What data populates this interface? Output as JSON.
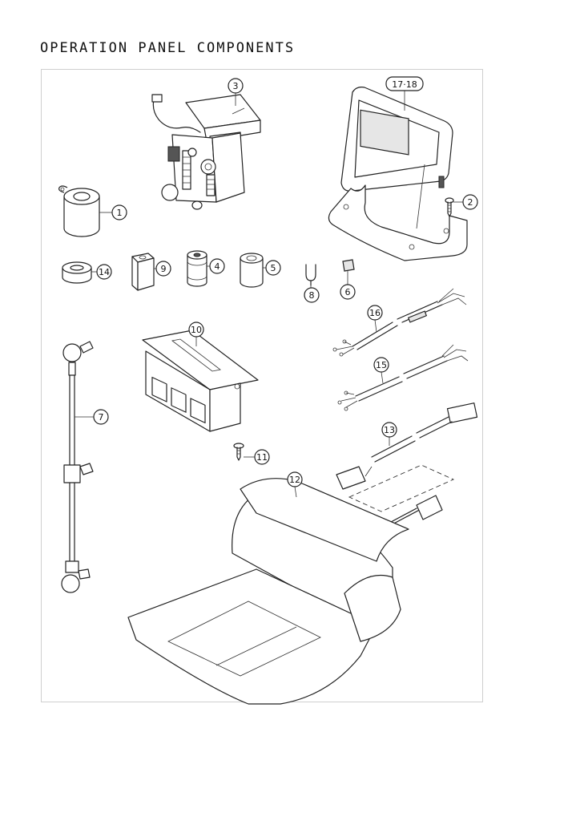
{
  "title": "OPERATION PANEL COMPONENTS",
  "callouts": {
    "c1": "1",
    "c2": "2",
    "c3": "3",
    "c4": "4",
    "c5": "5",
    "c6": "6",
    "c7": "7",
    "c8": "8",
    "c9": "9",
    "c10": "10",
    "c11": "11",
    "c12": "12",
    "c13": "13",
    "c14": "14",
    "c15": "15",
    "c16": "16",
    "c1718": "17·18"
  }
}
